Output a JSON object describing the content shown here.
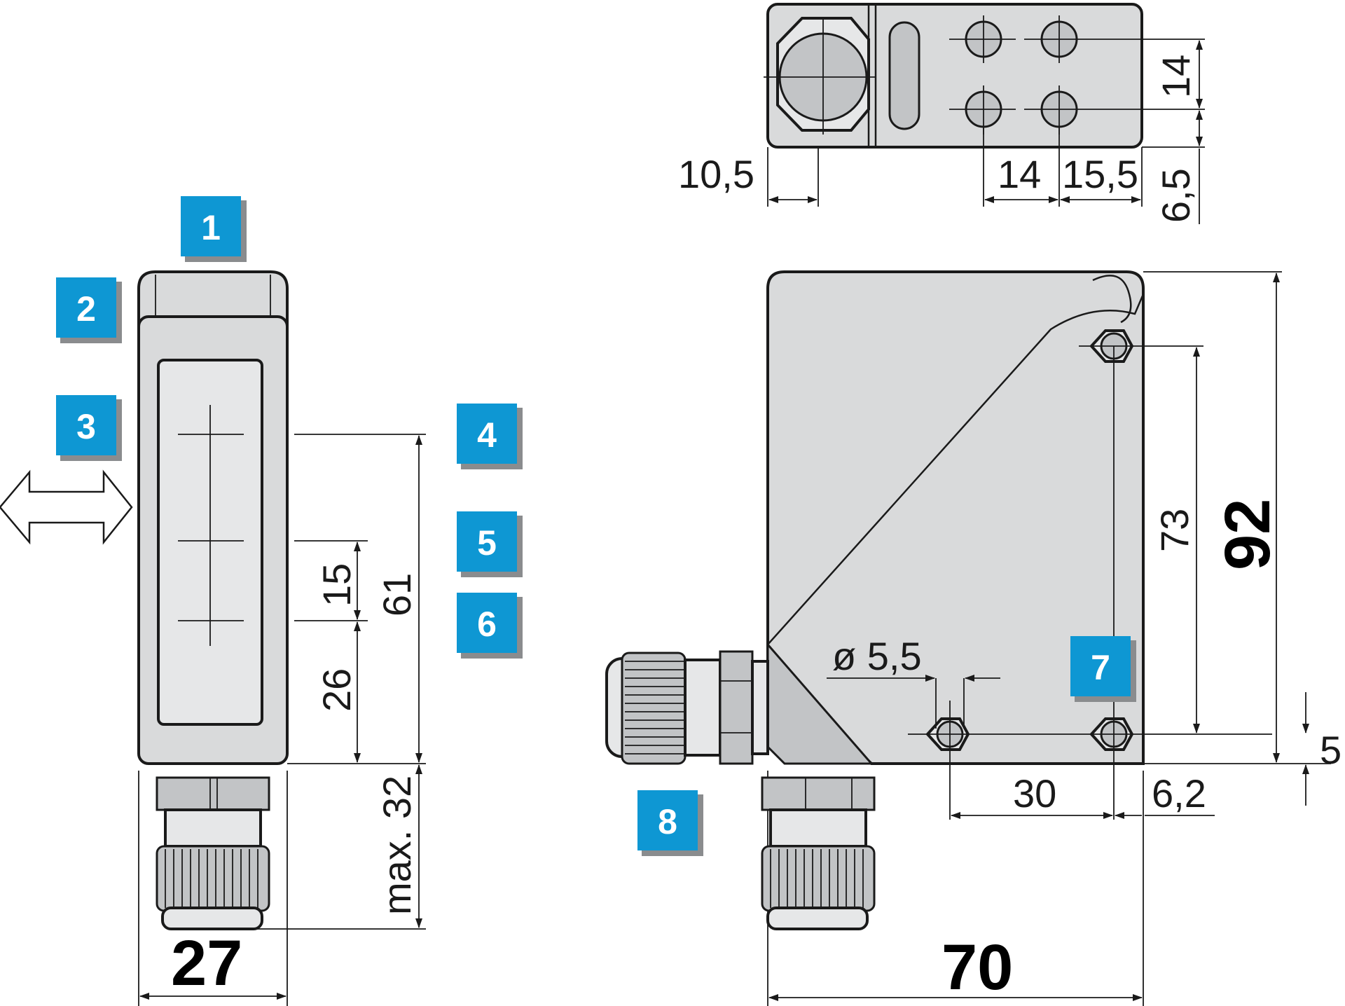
{
  "badges": [
    "1",
    "2",
    "3",
    "4",
    "5",
    "6",
    "7",
    "8"
  ],
  "top_view": {
    "dims": {
      "d10_5": "10,5",
      "d14_h": "14",
      "d15_5": "15,5",
      "d14_v": "14",
      "d6_5": "6,5"
    }
  },
  "side_view": {
    "dims": {
      "d15": "15",
      "d61": "61",
      "d26": "26",
      "max32": "max. 32",
      "width": "27"
    }
  },
  "front_view": {
    "dims": {
      "hole": "ø 5,5",
      "d73": "73",
      "d92": "92",
      "d5": "5",
      "d30": "30",
      "d6_2": "6,2",
      "width": "70"
    }
  },
  "colors": {
    "badge": "#0e97d3",
    "housing": "#d9dadb"
  }
}
